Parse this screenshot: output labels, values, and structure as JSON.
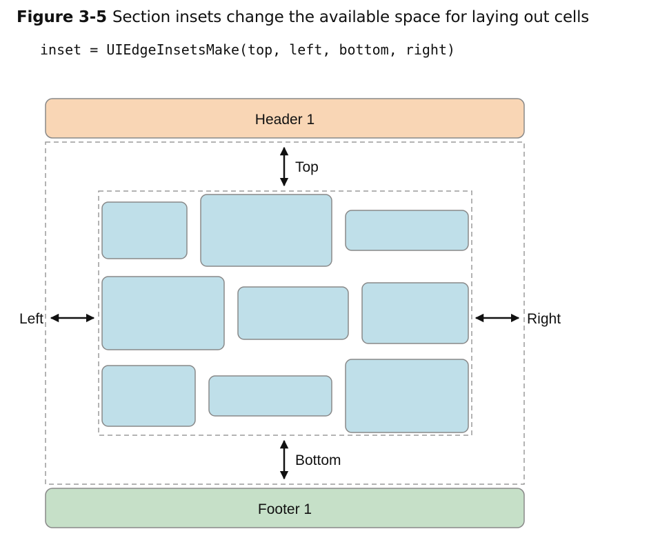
{
  "caption": {
    "label": "Figure 3-5",
    "text": "Section insets change the available space for laying out cells"
  },
  "code": "inset = UIEdgeInsetsMake(top, left, bottom, right)",
  "header": {
    "label": "Header 1"
  },
  "footer": {
    "label": "Footer 1"
  },
  "insets": {
    "top": "Top",
    "bottom": "Bottom",
    "left": "Left",
    "right": "Right"
  },
  "colors": {
    "header_fill": "#f9d6b5",
    "footer_fill": "#c6e0c8",
    "cell_fill": "#bfdfe9",
    "outline": "#888888",
    "dashed": "#9a9a9a",
    "arrow": "#111111"
  },
  "cells": {
    "count": 9
  }
}
